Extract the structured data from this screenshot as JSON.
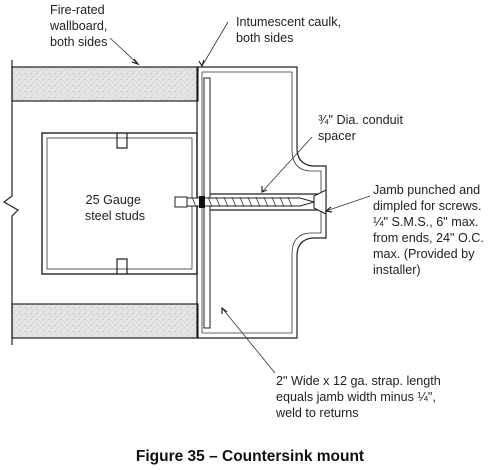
{
  "labels": {
    "wallboard": [
      "Fire-rated",
      "wallboard,",
      "both sides"
    ],
    "caulk": [
      "Intumescent caulk,",
      "both sides"
    ],
    "conduit": [
      "¾\" Dia. conduit",
      "spacer"
    ],
    "studs": [
      "25 Gauge",
      "steel studs"
    ],
    "jamb": [
      "Jamb punched and",
      "dimpled for screws.",
      "¼\" S.M.S., 6\" max.",
      "from ends, 24\" O.C.",
      "max. (Provided by",
      "installer)"
    ],
    "strap": [
      "2\" Wide x 12 ga. strap. length",
      "equals jamb width minus ¼\",",
      "weld to returns"
    ]
  },
  "caption": "Figure 35 – Countersink mount"
}
